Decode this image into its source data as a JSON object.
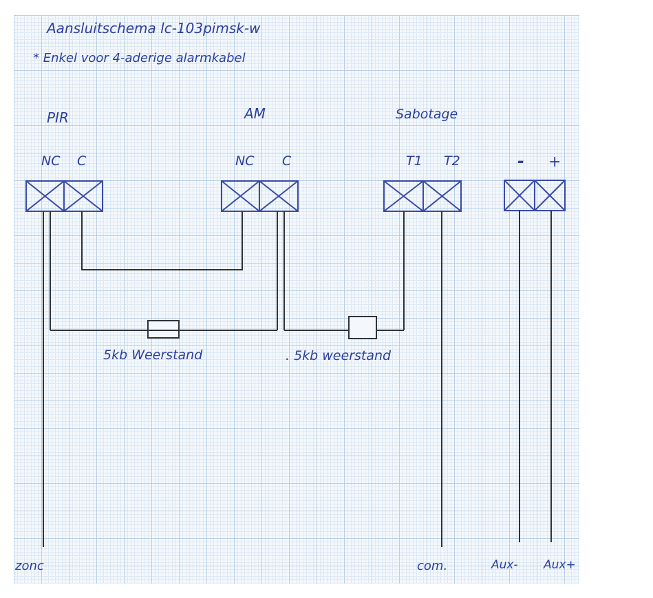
{
  "title": "Aansluitschema   lc-103pimsk-w",
  "subtitle": "* Enkel voor 4-aderige alarmkabel",
  "devices": [
    {
      "name": "PIR",
      "terminals": [
        "NC",
        "C"
      ]
    },
    {
      "name": "AM",
      "terminals": [
        "NC",
        "C"
      ]
    },
    {
      "name": "Sabotage",
      "terminals": [
        "T1",
        "T2"
      ]
    },
    {
      "name": "",
      "terminals": [
        "-",
        "+"
      ]
    }
  ],
  "resistors": [
    "5kb Weerstand",
    ". 5kb weerstand"
  ],
  "bottom_labels": {
    "zone": "zonc",
    "com": "com.",
    "aux_minus": "Aux-",
    "aux_plus": "Aux+"
  },
  "colors": {
    "ink": "#2c3fa0",
    "wire": "#2f3237",
    "grid": "#b9cfe6"
  }
}
